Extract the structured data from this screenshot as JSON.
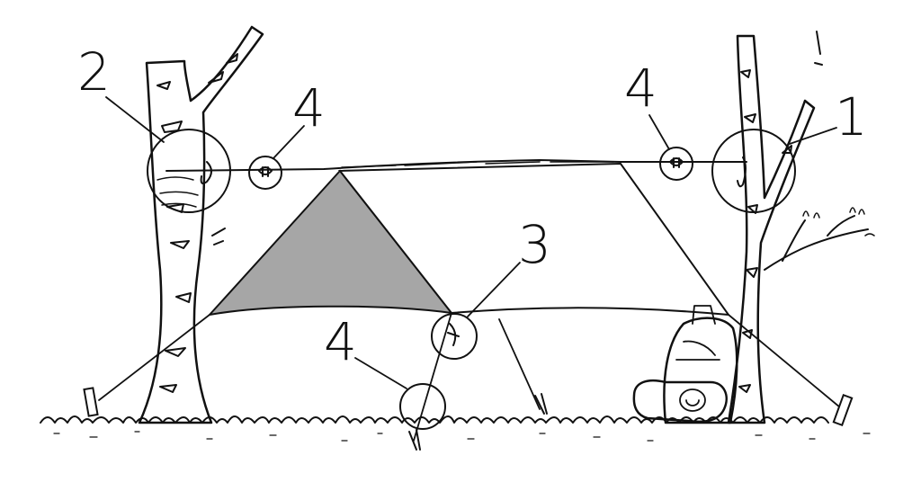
{
  "callouts": [
    {
      "id": "c1",
      "label": "1"
    },
    {
      "id": "c2",
      "label": "2"
    },
    {
      "id": "c3",
      "label": "3"
    },
    {
      "id": "c4a",
      "label": "4"
    },
    {
      "id": "c4b",
      "label": "4"
    },
    {
      "id": "c4c",
      "label": "4"
    }
  ],
  "colors": {
    "ink": "#111111",
    "tarp_shaded": "#a6a6a6",
    "tarp_light": "#ffffff",
    "background": "#ffffff"
  }
}
